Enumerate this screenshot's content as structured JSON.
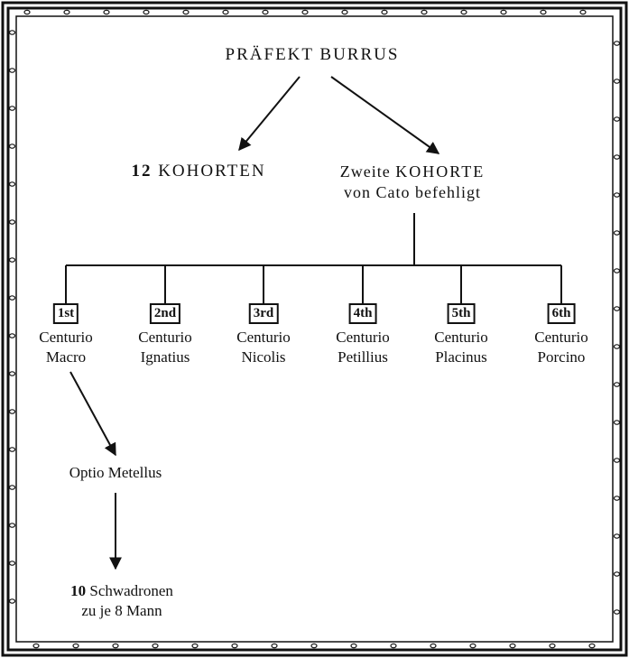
{
  "top": {
    "label": "PRÄFEKT BURRUS"
  },
  "cohorts": {
    "count": "12",
    "label": "KOHORTEN"
  },
  "second": {
    "line1_a": "Zweite ",
    "line1_b": "KOHORTE",
    "line2": "von Cato befehligt"
  },
  "centurions": [
    {
      "rank": "1st",
      "title": "Centurio",
      "name": "Macro"
    },
    {
      "rank": "2nd",
      "title": "Centurio",
      "name": "Ignatius"
    },
    {
      "rank": "3rd",
      "title": "Centurio",
      "name": "Nicolis"
    },
    {
      "rank": "4th",
      "title": "Centurio",
      "name": "Petillius"
    },
    {
      "rank": "5th",
      "title": "Centurio",
      "name": "Placinus"
    },
    {
      "rank": "6th",
      "title": "Centurio",
      "name": "Porcino"
    }
  ],
  "optio": {
    "label": "Optio Metellus"
  },
  "squadrons": {
    "count": "10",
    "line1": "Schwadronen",
    "line2": "zu je 8 Mann"
  }
}
